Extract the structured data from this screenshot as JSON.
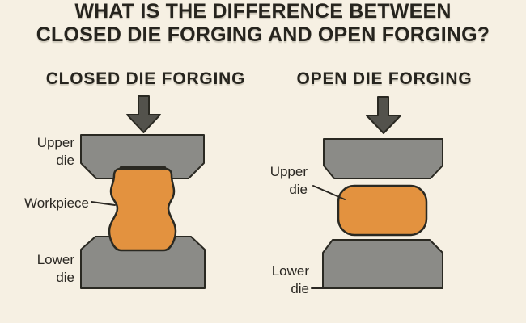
{
  "title": {
    "line1": "WHAT IS THE DIFFERENCE BETWEEN",
    "line2": "CLOSED DIE FORGING AND OPEN FORGING?"
  },
  "sections": {
    "closed": {
      "heading": "CLOSED DIE FORGING",
      "labels": {
        "upper_die": {
          "line1": "Upper",
          "line2": "die"
        },
        "workpiece": "Workpiece",
        "lower_die": {
          "line1": "Lower",
          "line2": "die"
        }
      }
    },
    "open": {
      "heading": "OPEN DIE FORGING",
      "labels": {
        "upper_die": {
          "line1": "Upper",
          "line2": "die"
        },
        "lower_die": {
          "line1": "Lower",
          "line2": "die"
        }
      }
    }
  },
  "icons": {
    "closed_press_arrow": "down-arrow",
    "open_press_arrow": "down-arrow"
  },
  "colors": {
    "background": "#f6f0e3",
    "die_gray": "#8b8b87",
    "workpiece_orange": "#e3923f",
    "outline_dark": "#2a2922",
    "arrow_fill": "#53524c",
    "text_dark": "#26241e",
    "label_text": "#2b2823"
  }
}
